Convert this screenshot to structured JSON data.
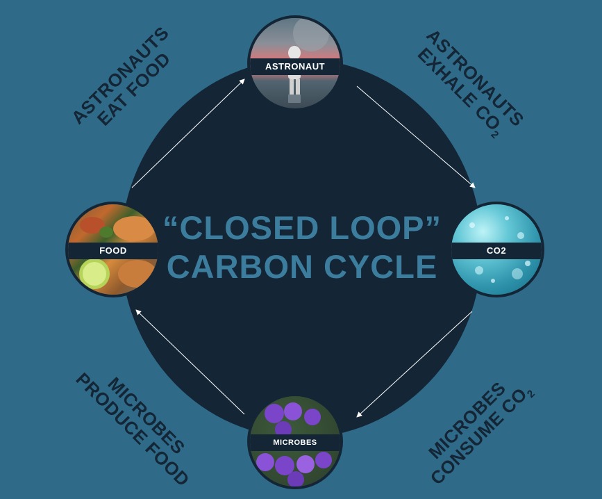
{
  "title": {
    "line1": "“CLOSED LOOP”",
    "line2": "CARBON CYCLE"
  },
  "nodes": {
    "astronaut": "ASTRONAUT",
    "co2": "CO2",
    "food": "FOOD",
    "microbes": "MICROBES"
  },
  "edges": {
    "eat": {
      "line1": "ASTRONAUTS",
      "line2": "EAT FOOD"
    },
    "exhale": {
      "line1": "ASTRONAUTS",
      "line2": "EXHALE CO",
      "sub": "2"
    },
    "consume": {
      "line1": "MICROBES",
      "line2": "CONSUME CO",
      "sub": "2"
    },
    "produce": {
      "line1": "MICROBES",
      "line2": "PRODUCE FOOD"
    }
  },
  "colors": {
    "background": "#2f6b89",
    "circle": "#142636",
    "title": "#3c7d9e",
    "arrow": "#ffffff"
  }
}
